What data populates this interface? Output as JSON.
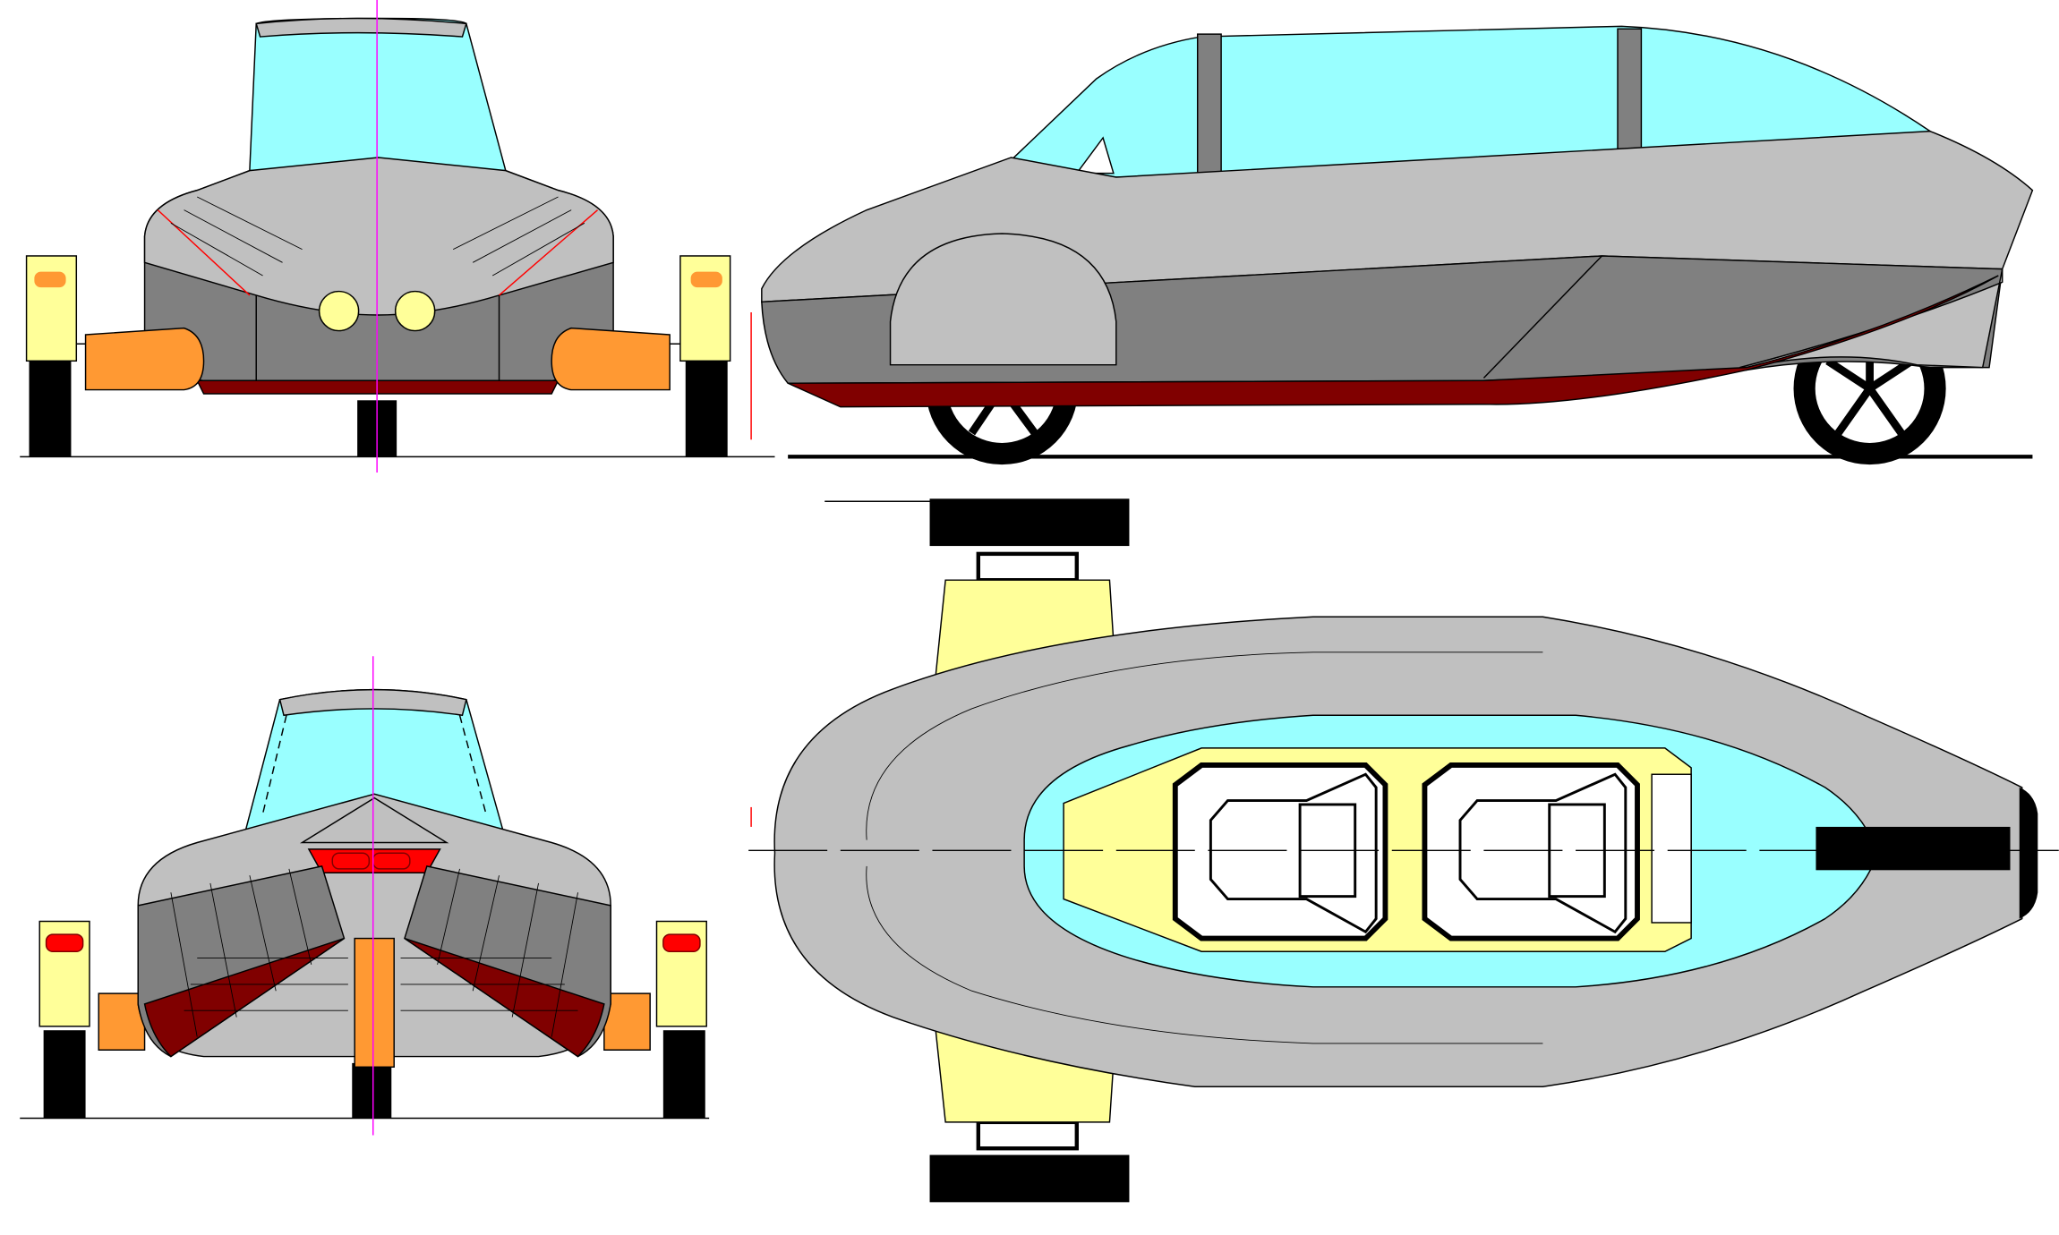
{
  "views": [
    {
      "id": "front",
      "kind": "front-view"
    },
    {
      "id": "side",
      "kind": "side-view"
    },
    {
      "id": "rear",
      "kind": "rear-view"
    },
    {
      "id": "top",
      "kind": "top-view"
    }
  ],
  "colors": {
    "glass": "#99ffff",
    "body_light": "#c0c0c0",
    "body_dark": "#808080",
    "underbody": "#800000",
    "fender": "#ff9933",
    "suspension_pod": "#ffff99",
    "headlight": "#ffff99",
    "taillight": "#ff0000",
    "tire": "#000000",
    "center_line": "#ff00ff",
    "section_line": "#ff0000",
    "ground": "#000000"
  }
}
